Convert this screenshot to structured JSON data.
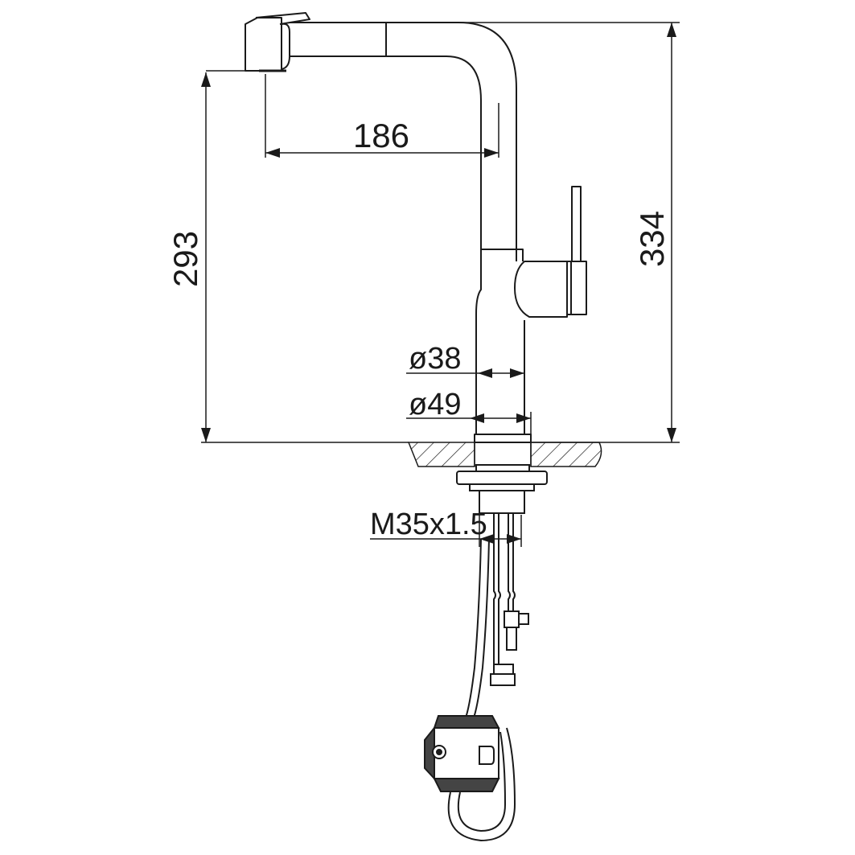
{
  "dimensions": {
    "reach": "186",
    "spout_height": "293",
    "total_height": "334",
    "body_diameter": "ø38",
    "base_diameter": "ø49",
    "thread": "M35x1.5"
  },
  "colors": {
    "line": "#1a1a1a",
    "fill_dark": "#444444",
    "fill_light": "#ffffff"
  }
}
